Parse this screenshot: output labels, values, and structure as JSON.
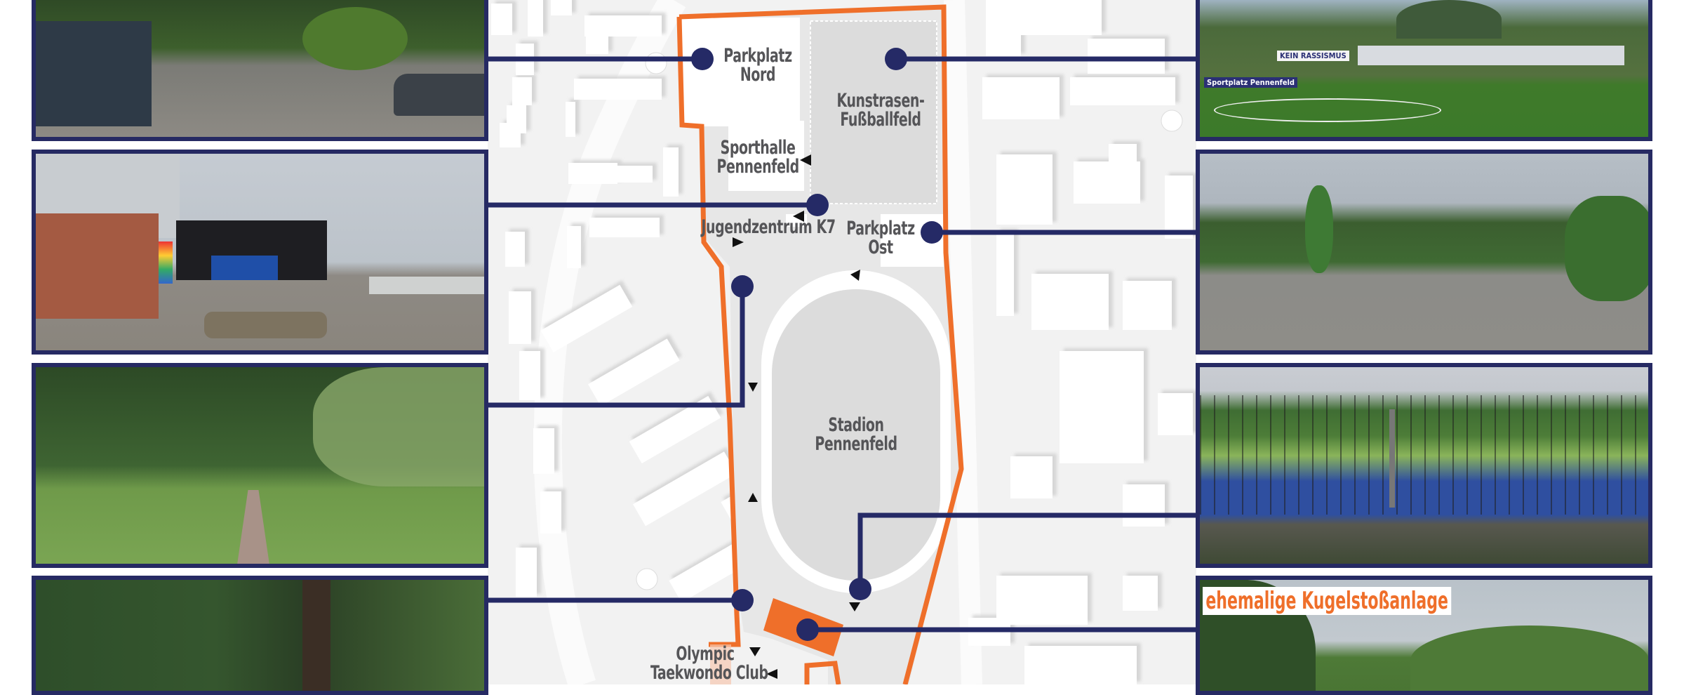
{
  "colors": {
    "navy": "#252a66",
    "orange": "#ef6f2a",
    "label_gray": "#555558",
    "map_bg": "#f3f3f3",
    "building": "#ffffff",
    "area_gray": "#e2e2e2"
  },
  "map": {
    "labels": {
      "parkplatz_nord": [
        "Parkplatz",
        "Nord"
      ],
      "kunstrasen": [
        "Kunstrasen-",
        "Fußballfeld"
      ],
      "sporthalle": [
        "Sporthalle",
        "Pennenfeld"
      ],
      "jugendzentrum": "Jugendzentrum K7",
      "parkplatz_ost": [
        "Parkplatz",
        "Ost"
      ],
      "stadion": [
        "Stadion",
        "Pennenfeld"
      ],
      "olympic": [
        "Olympic",
        "Taekwondo Club"
      ]
    },
    "highlighted_area": "ehemalige Kugelstoßanlage"
  },
  "photos": {
    "left": [
      {
        "id": "parkplatz-nord",
        "description": "Parkplatz Nord – cobblestone parking lot with containers, trees and cars"
      },
      {
        "id": "jugendzentrum-k7",
        "description": "Jugendzentrum K7 / Sporthalle forecourt with planters"
      },
      {
        "id": "footpath",
        "description": "Overgrown footpath through trees"
      },
      {
        "id": "wooded-path",
        "description": "Dense trees near Olympic Taekwondo Club"
      }
    ],
    "right": [
      {
        "id": "kunstrasen",
        "description": "Artificial turf football pitch",
        "banners": [
          "Sportplatz Pennenfeld",
          "KEIN RASSISMUS"
        ]
      },
      {
        "id": "parkplatz-ost",
        "description": "Parkplatz Ost – asphalt lot with parked cars"
      },
      {
        "id": "stadion",
        "description": "Stadion Pennenfeld – blue running track behind fence"
      },
      {
        "id": "kugelstoss",
        "caption": "ehemalige Kugelstoßanlage",
        "description": "Former shot put area with trees"
      }
    ]
  }
}
